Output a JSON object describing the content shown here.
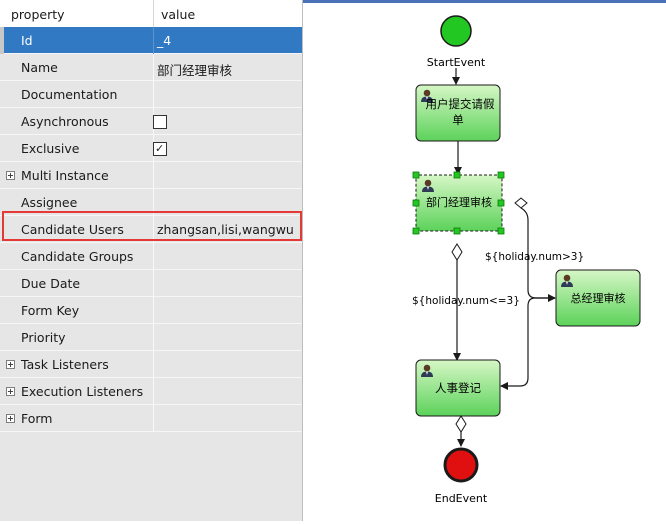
{
  "property_grid": {
    "headers": {
      "property": "property",
      "value": "value"
    },
    "rows": [
      {
        "name": "Id",
        "value": "_4",
        "selected": true
      },
      {
        "name": "Name",
        "value": "部门经理审核"
      },
      {
        "name": "Documentation",
        "value": ""
      },
      {
        "name": "Asynchronous",
        "value": "",
        "checkbox": true,
        "checked": false
      },
      {
        "name": "Exclusive",
        "value": "",
        "checkbox": true,
        "checked": true
      },
      {
        "name": "Multi Instance",
        "value": "",
        "expandable": true
      },
      {
        "name": "Assignee",
        "value": ""
      },
      {
        "name": "Candidate Users",
        "value": "zhangsan,lisi,wangwu",
        "highlighted": true
      },
      {
        "name": "Candidate Groups",
        "value": ""
      },
      {
        "name": "Due Date",
        "value": ""
      },
      {
        "name": "Form Key",
        "value": ""
      },
      {
        "name": "Priority",
        "value": ""
      },
      {
        "name": "Task Listeners",
        "value": "",
        "expandable": true
      },
      {
        "name": "Execution Listeners",
        "value": "",
        "expandable": true
      },
      {
        "name": "Form",
        "value": "",
        "expandable": true
      }
    ],
    "check_glyph": "✓"
  },
  "diagram": {
    "start_event": {
      "label": "StartEvent"
    },
    "end_event": {
      "label": "EndEvent"
    },
    "tasks": {
      "submit": {
        "line1": "用户提交请假",
        "line2": "单"
      },
      "dept_manager": {
        "label": "部门经理审核"
      },
      "general_manager": {
        "label": "总经理审核"
      },
      "hr": {
        "label": "人事登记"
      }
    },
    "conditions": {
      "to_general": "${holiday.num>3}",
      "to_hr": "${holiday.num<=3}"
    },
    "colors": {
      "task_fill_top": "#d6f7c6",
      "task_fill_bottom": "#5cd25a",
      "start": "#22c722",
      "end": "#e01010"
    }
  }
}
